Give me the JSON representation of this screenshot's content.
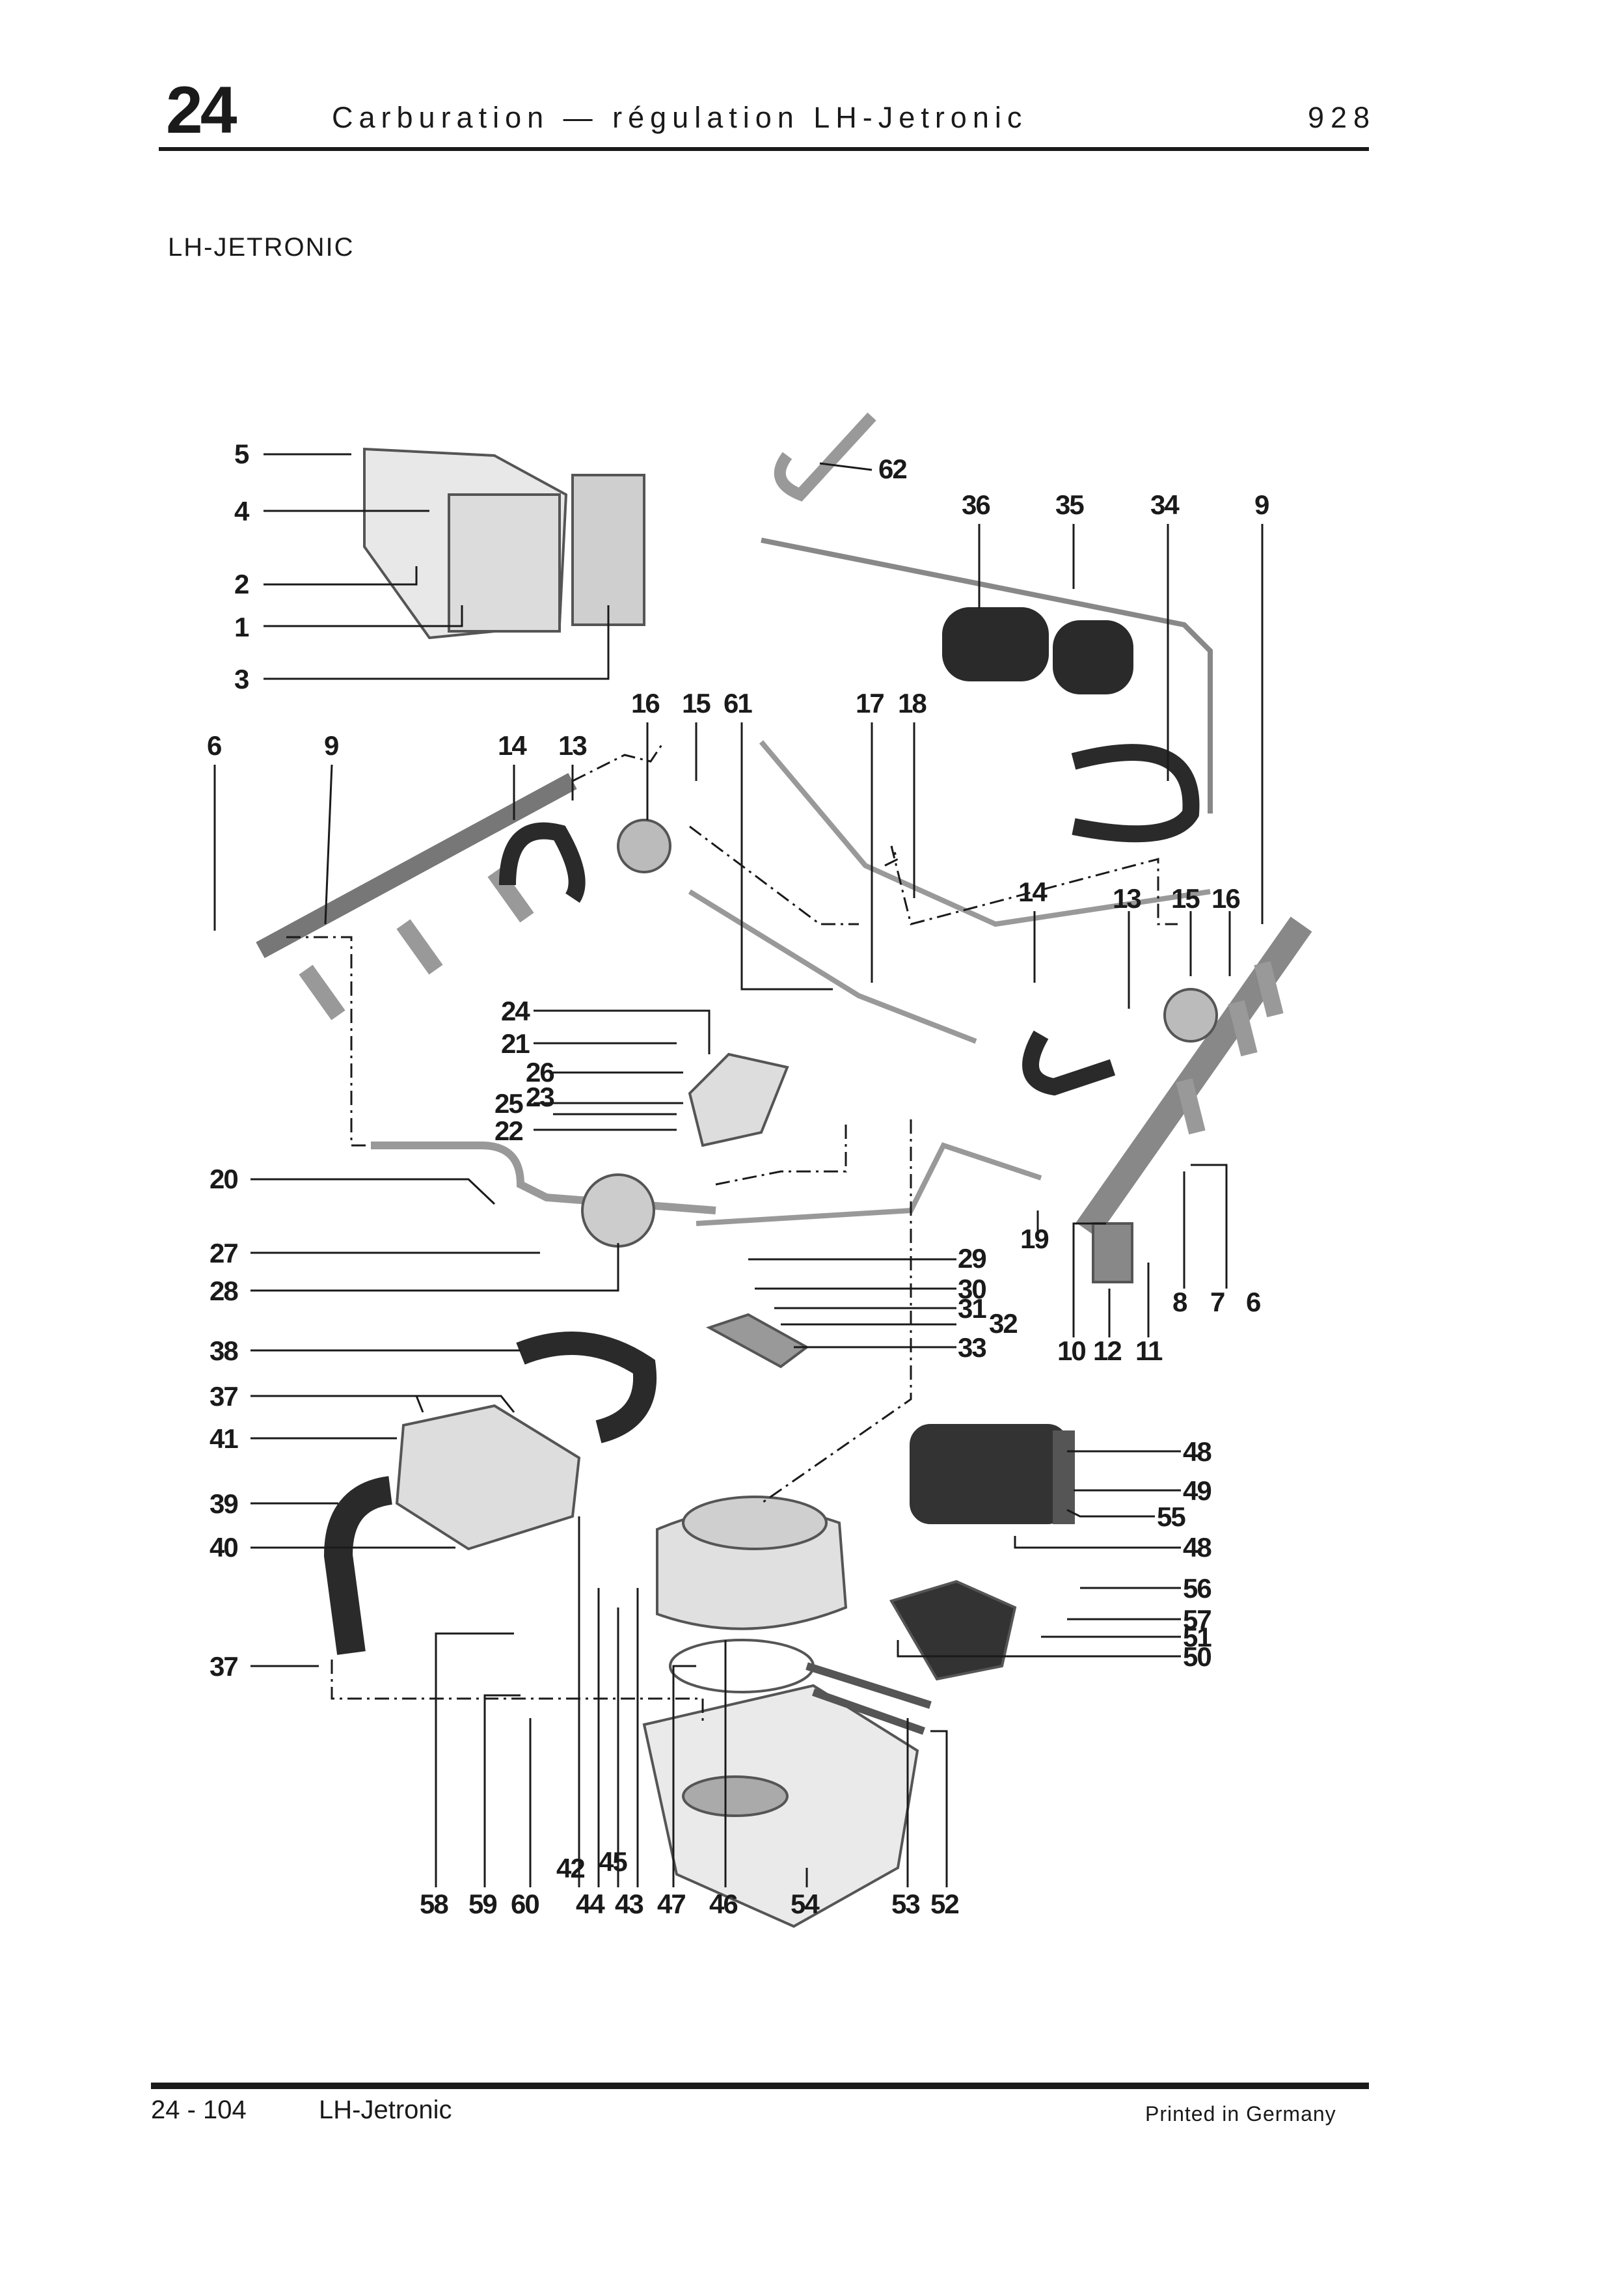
{
  "header": {
    "chapter": "24",
    "title": "Carburation — régulation LH-Jetronic",
    "model": "928"
  },
  "section_heading": "LH-JETRONIC",
  "callouts": [
    "5",
    "4",
    "2",
    "1",
    "3",
    "62",
    "36",
    "35",
    "34",
    "9",
    "6",
    "9",
    "14",
    "13",
    "16",
    "15",
    "61",
    "17",
    "18",
    "14",
    "13",
    "15",
    "16",
    "24",
    "21",
    "26",
    "25",
    "23",
    "22",
    "20",
    "27",
    "28",
    "19",
    "29",
    "30",
    "31",
    "32",
    "33",
    "10",
    "12",
    "11",
    "8",
    "7",
    "6",
    "38",
    "37",
    "41",
    "39",
    "40",
    "37",
    "48",
    "49",
    "55",
    "48",
    "56",
    "57",
    "51",
    "50",
    "42",
    "45",
    "58",
    "59",
    "60",
    "44",
    "43",
    "47",
    "46",
    "54",
    "53",
    "52"
  ],
  "footer": {
    "page_number": "24 - 104",
    "title": "LH-Jetronic",
    "imprint": "Printed in Germany"
  }
}
